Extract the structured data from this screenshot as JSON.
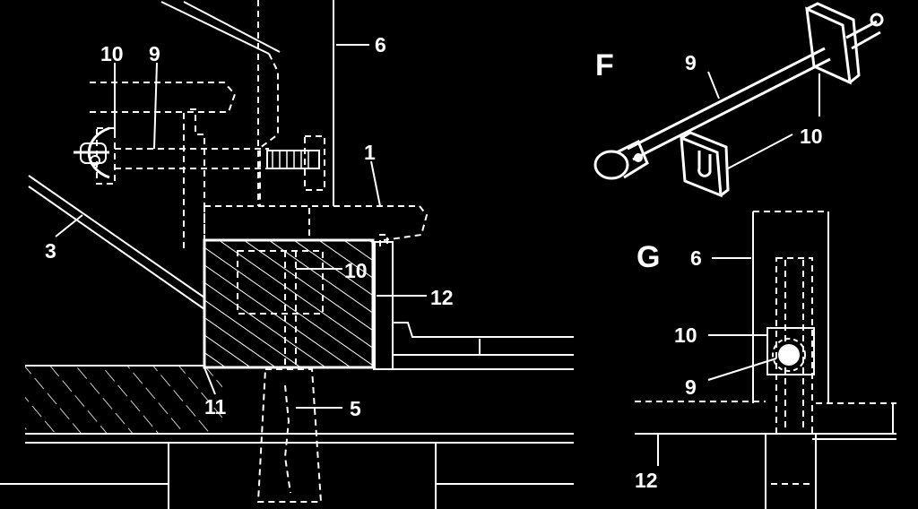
{
  "labels": {
    "main_10": "10",
    "main_9": "9",
    "main_6": "6",
    "main_1": "1",
    "main_3": "3",
    "main_10b": "10",
    "main_12": "12",
    "main_11": "11",
    "main_5": "5",
    "detail_f": "F",
    "f_9": "9",
    "f_10": "10",
    "detail_g": "G",
    "g_6": "6",
    "g_10": "10",
    "g_9": "9",
    "g_12": "12"
  }
}
